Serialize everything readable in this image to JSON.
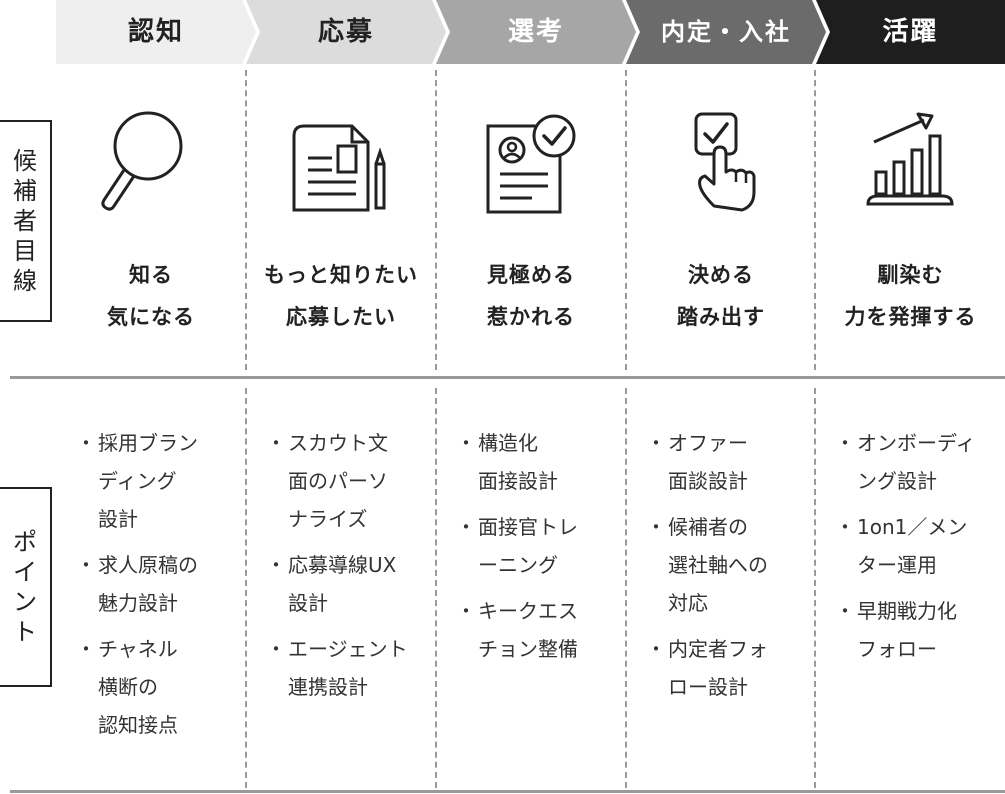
{
  "stages": [
    {
      "label": "認知",
      "fill": "#efefef",
      "text_color": "#222222"
    },
    {
      "label": "応募",
      "fill": "#dcdcdc",
      "text_color": "#222222"
    },
    {
      "label": "選考",
      "fill": "#a6a6a6",
      "text_color": "#ffffff"
    },
    {
      "label": "内定・入社",
      "fill": "#6b6b6b",
      "text_color": "#ffffff"
    },
    {
      "label": "活躍",
      "fill": "#1e1e1e",
      "text_color": "#ffffff"
    }
  ],
  "row_labels": {
    "candidate": [
      "候",
      "補",
      "者",
      "目",
      "線"
    ],
    "points": [
      "ポ",
      "イ",
      "ン",
      "ト"
    ]
  },
  "icons": [
    "magnifier-icon",
    "document-pen-icon",
    "profile-check-icon",
    "tap-check-icon",
    "growth-chart-icon"
  ],
  "candidate_view": [
    {
      "line1": "知る",
      "line2": "気になる"
    },
    {
      "line1": "もっと知りたい",
      "line2": "応募したい"
    },
    {
      "line1": "見極める",
      "line2": "惹かれる"
    },
    {
      "line1": "決める",
      "line2": "踏み出す"
    },
    {
      "line1": "馴染む",
      "line2": "力を発揮する"
    }
  ],
  "points": [
    [
      [
        "採用ブラン",
        "ディング",
        "設計"
      ],
      [
        "求人原稿の",
        "魅力設計"
      ],
      [
        "チャネル",
        "横断の",
        "認知接点"
      ]
    ],
    [
      [
        "スカウト文",
        "面のパーソ",
        "ナライズ"
      ],
      [
        "応募導線UX",
        "設計"
      ],
      [
        "エージェント",
        "連携設計"
      ]
    ],
    [
      [
        "構造化",
        "面接設計"
      ],
      [
        "面接官トレ",
        "ーニング"
      ],
      [
        "キークエス",
        "チョン整備"
      ]
    ],
    [
      [
        "オファー",
        "面談設計"
      ],
      [
        "候補者の",
        "選社軸への",
        "対応"
      ],
      [
        "内定者フォ",
        "ロー設計"
      ]
    ],
    [
      [
        "オンボーディ",
        "ング設計"
      ],
      [
        "1on1／メン",
        "ター運用"
      ],
      [
        "早期戦力化",
        "フォロー"
      ]
    ]
  ],
  "bullet": "・"
}
